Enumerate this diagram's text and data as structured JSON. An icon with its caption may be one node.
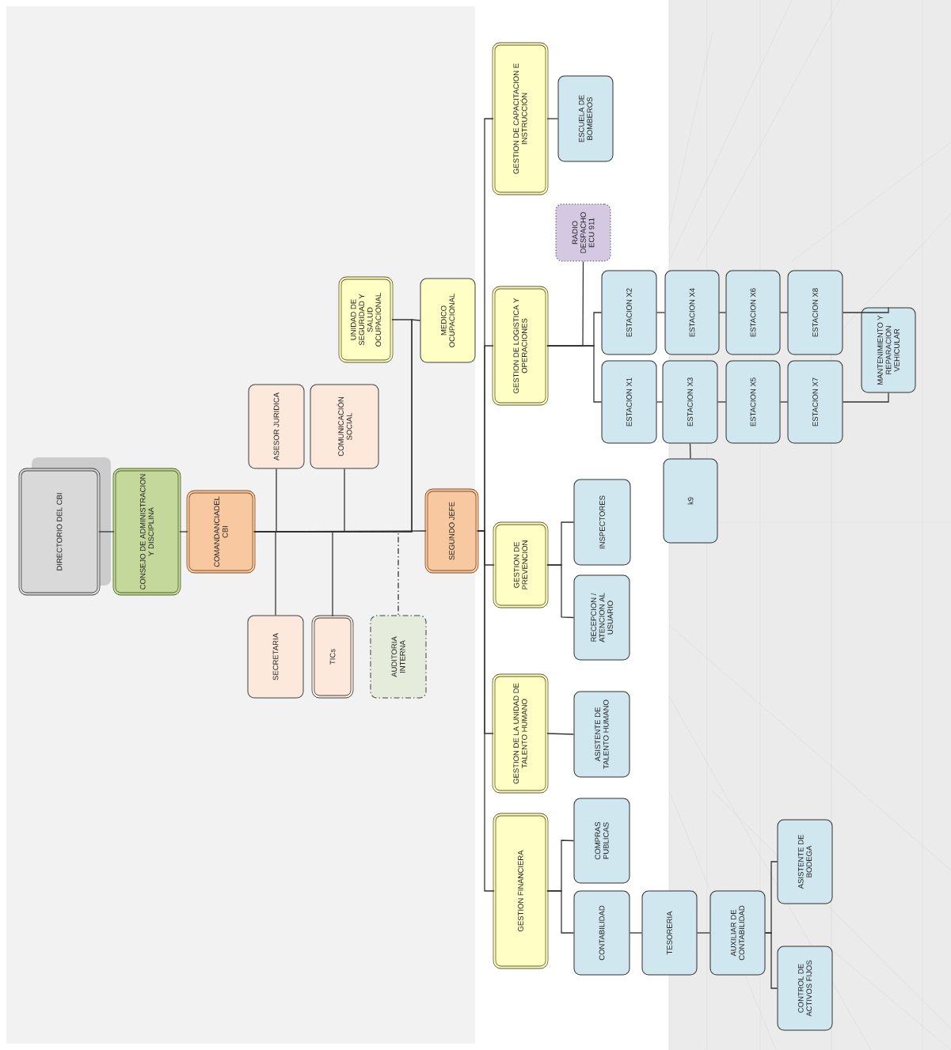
{
  "diagram": {
    "nodes": [
      {
        "text": [
          "DIRECTORIO DEL CBI"
        ]
      },
      {
        "text": [
          "CONSEJO DE ADMINISTRACION Y DISCIPLINA"
        ]
      },
      {
        "text": [
          "COMANDANCIADEL CBI"
        ]
      },
      {
        "text": [
          "ASESOR JURIDICA"
        ]
      },
      {
        "text": [
          "COMUNICACIÓN SOCIAL"
        ]
      },
      {
        "text": [
          "SECRETARIA"
        ]
      },
      {
        "text": [
          "TICs"
        ]
      },
      {
        "text": [
          "AUDITORIA INTERNA"
        ]
      },
      {
        "text": [
          "UNIDAD DE SEGURIDAD Y SALUD OCUPACIONAL"
        ]
      },
      {
        "text": [
          "MEDICO OCUPACIONAL"
        ]
      },
      {
        "text": [
          "SEGUNDO JEFE"
        ]
      },
      {
        "text": [
          "GESTION DE CAPACITACION E INSTRUCCIÓN"
        ]
      },
      {
        "text": [
          "ESCUELA DE BOMBEROS"
        ]
      },
      {
        "text": [
          "GESTION DE LOGISTICA Y OPERACIONES"
        ]
      },
      {
        "text": [
          "RADIO DESPACHO ECU 911"
        ]
      },
      {
        "text": [
          "ESTACION X2"
        ]
      },
      {
        "text": [
          "ESTACION X1"
        ]
      },
      {
        "text": [
          "ESTACION X4"
        ]
      },
      {
        "text": [
          "ESTACION X3"
        ]
      },
      {
        "text": [
          "ESTACION X6"
        ]
      },
      {
        "text": [
          "ESTACION X5"
        ]
      },
      {
        "text": [
          "ESTACION X8"
        ]
      },
      {
        "text": [
          "ESTACION X7"
        ]
      },
      {
        "text": [
          "MANTENIMIENTO Y REPARACION VEHICULAR"
        ]
      },
      {
        "text": [
          "k9"
        ]
      },
      {
        "text": [
          "GESTION DE PREVENCION"
        ]
      },
      {
        "text": [
          "INSPECTORES"
        ]
      },
      {
        "text": [
          "RECEPCION / ATENCION AL USUARIO"
        ]
      },
      {
        "text": [
          "GESTION DE LA UNIDAD DE TALENTO HUMANO"
        ]
      },
      {
        "text": [
          "ASISTENTE DE TALENTO HUMANO"
        ]
      },
      {
        "text": [
          "GESTION FINANCIERA"
        ]
      },
      {
        "text": [
          "COMPRAS PUBLICAS"
        ]
      },
      {
        "text": [
          "CONTABILIDAD"
        ]
      },
      {
        "text": [
          "TESORERIA"
        ]
      },
      {
        "text": [
          "AUXILIAR DE CONTABILIDAD"
        ]
      },
      {
        "text": [
          "ASISTENTE DE BODEGA"
        ]
      },
      {
        "text": [
          "CONTROL DE ACTIVOS FIJOS"
        ]
      }
    ],
    "edges": [
      {
        "from": 0,
        "to": 1,
        "arrow": "none"
      },
      {
        "from": 1,
        "to": 2,
        "arrow": "none"
      },
      {
        "from": 2,
        "to": 3,
        "arrow": "none"
      },
      {
        "from": 2,
        "to": 4,
        "arrow": "none"
      },
      {
        "from": 2,
        "to": 5,
        "arrow": "none"
      },
      {
        "from": 2,
        "to": 6,
        "arrow": "none"
      },
      {
        "from": 2,
        "to": 7,
        "arrow": "none",
        "style": "dashed"
      },
      {
        "from": 2,
        "to": 10,
        "arrow": "none"
      },
      {
        "from": 2,
        "to": 8,
        "arrow": "none"
      },
      {
        "from": 2,
        "to": 9,
        "arrow": "none"
      },
      {
        "from": 10,
        "to": 11,
        "arrow": "none"
      },
      {
        "from": 10,
        "to": 13,
        "arrow": "none"
      },
      {
        "from": 10,
        "to": 25,
        "arrow": "none"
      },
      {
        "from": 10,
        "to": 28,
        "arrow": "none"
      },
      {
        "from": 10,
        "to": 30,
        "arrow": "none"
      },
      {
        "from": 11,
        "to": 12,
        "arrow": "none"
      },
      {
        "from": 13,
        "to": 14,
        "arrow": "none"
      },
      {
        "from": 13,
        "to": 15,
        "arrow": "none"
      },
      {
        "from": 13,
        "to": 16,
        "arrow": "none"
      },
      {
        "from": 15,
        "to": 17,
        "arrow": "none"
      },
      {
        "from": 17,
        "to": 19,
        "arrow": "none"
      },
      {
        "from": 19,
        "to": 21,
        "arrow": "none"
      },
      {
        "from": 16,
        "to": 18,
        "arrow": "none"
      },
      {
        "from": 18,
        "to": 20,
        "arrow": "none"
      },
      {
        "from": 20,
        "to": 22,
        "arrow": "none"
      },
      {
        "from": 21,
        "to": 23,
        "arrow": "none"
      },
      {
        "from": 22,
        "to": 23,
        "arrow": "none"
      },
      {
        "from": 18,
        "to": 24,
        "arrow": "none"
      },
      {
        "from": 25,
        "to": 26,
        "arrow": "none"
      },
      {
        "from": 25,
        "to": 27,
        "arrow": "none"
      },
      {
        "from": 28,
        "to": 29,
        "arrow": "none"
      },
      {
        "from": 30,
        "to": 31,
        "arrow": "none"
      },
      {
        "from": 30,
        "to": 32,
        "arrow": "none"
      },
      {
        "from": 32,
        "to": 33,
        "arrow": "none"
      },
      {
        "from": 33,
        "to": 34,
        "arrow": "none"
      },
      {
        "from": 34,
        "to": 35,
        "arrow": "none"
      },
      {
        "from": 34,
        "to": 36,
        "arrow": "none"
      }
    ]
  }
}
